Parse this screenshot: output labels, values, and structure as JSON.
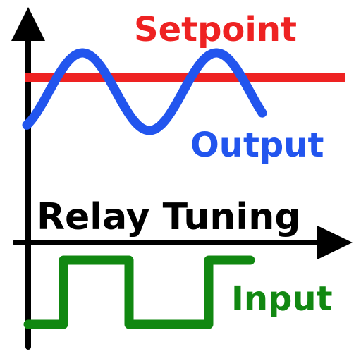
{
  "title": "Relay Tuning",
  "labels": {
    "setpoint": "Setpoint",
    "output": "Output",
    "input": "Input"
  },
  "colors": {
    "setpoint": "#ee2222",
    "output": "#2255ee",
    "input": "#118811",
    "axes": "#000000",
    "title": "#000000",
    "background": "#ffffff"
  },
  "signals": [
    {
      "name": "setpoint",
      "shape": "constant"
    },
    {
      "name": "output",
      "shape": "sine"
    },
    {
      "name": "input",
      "shape": "square"
    }
  ]
}
